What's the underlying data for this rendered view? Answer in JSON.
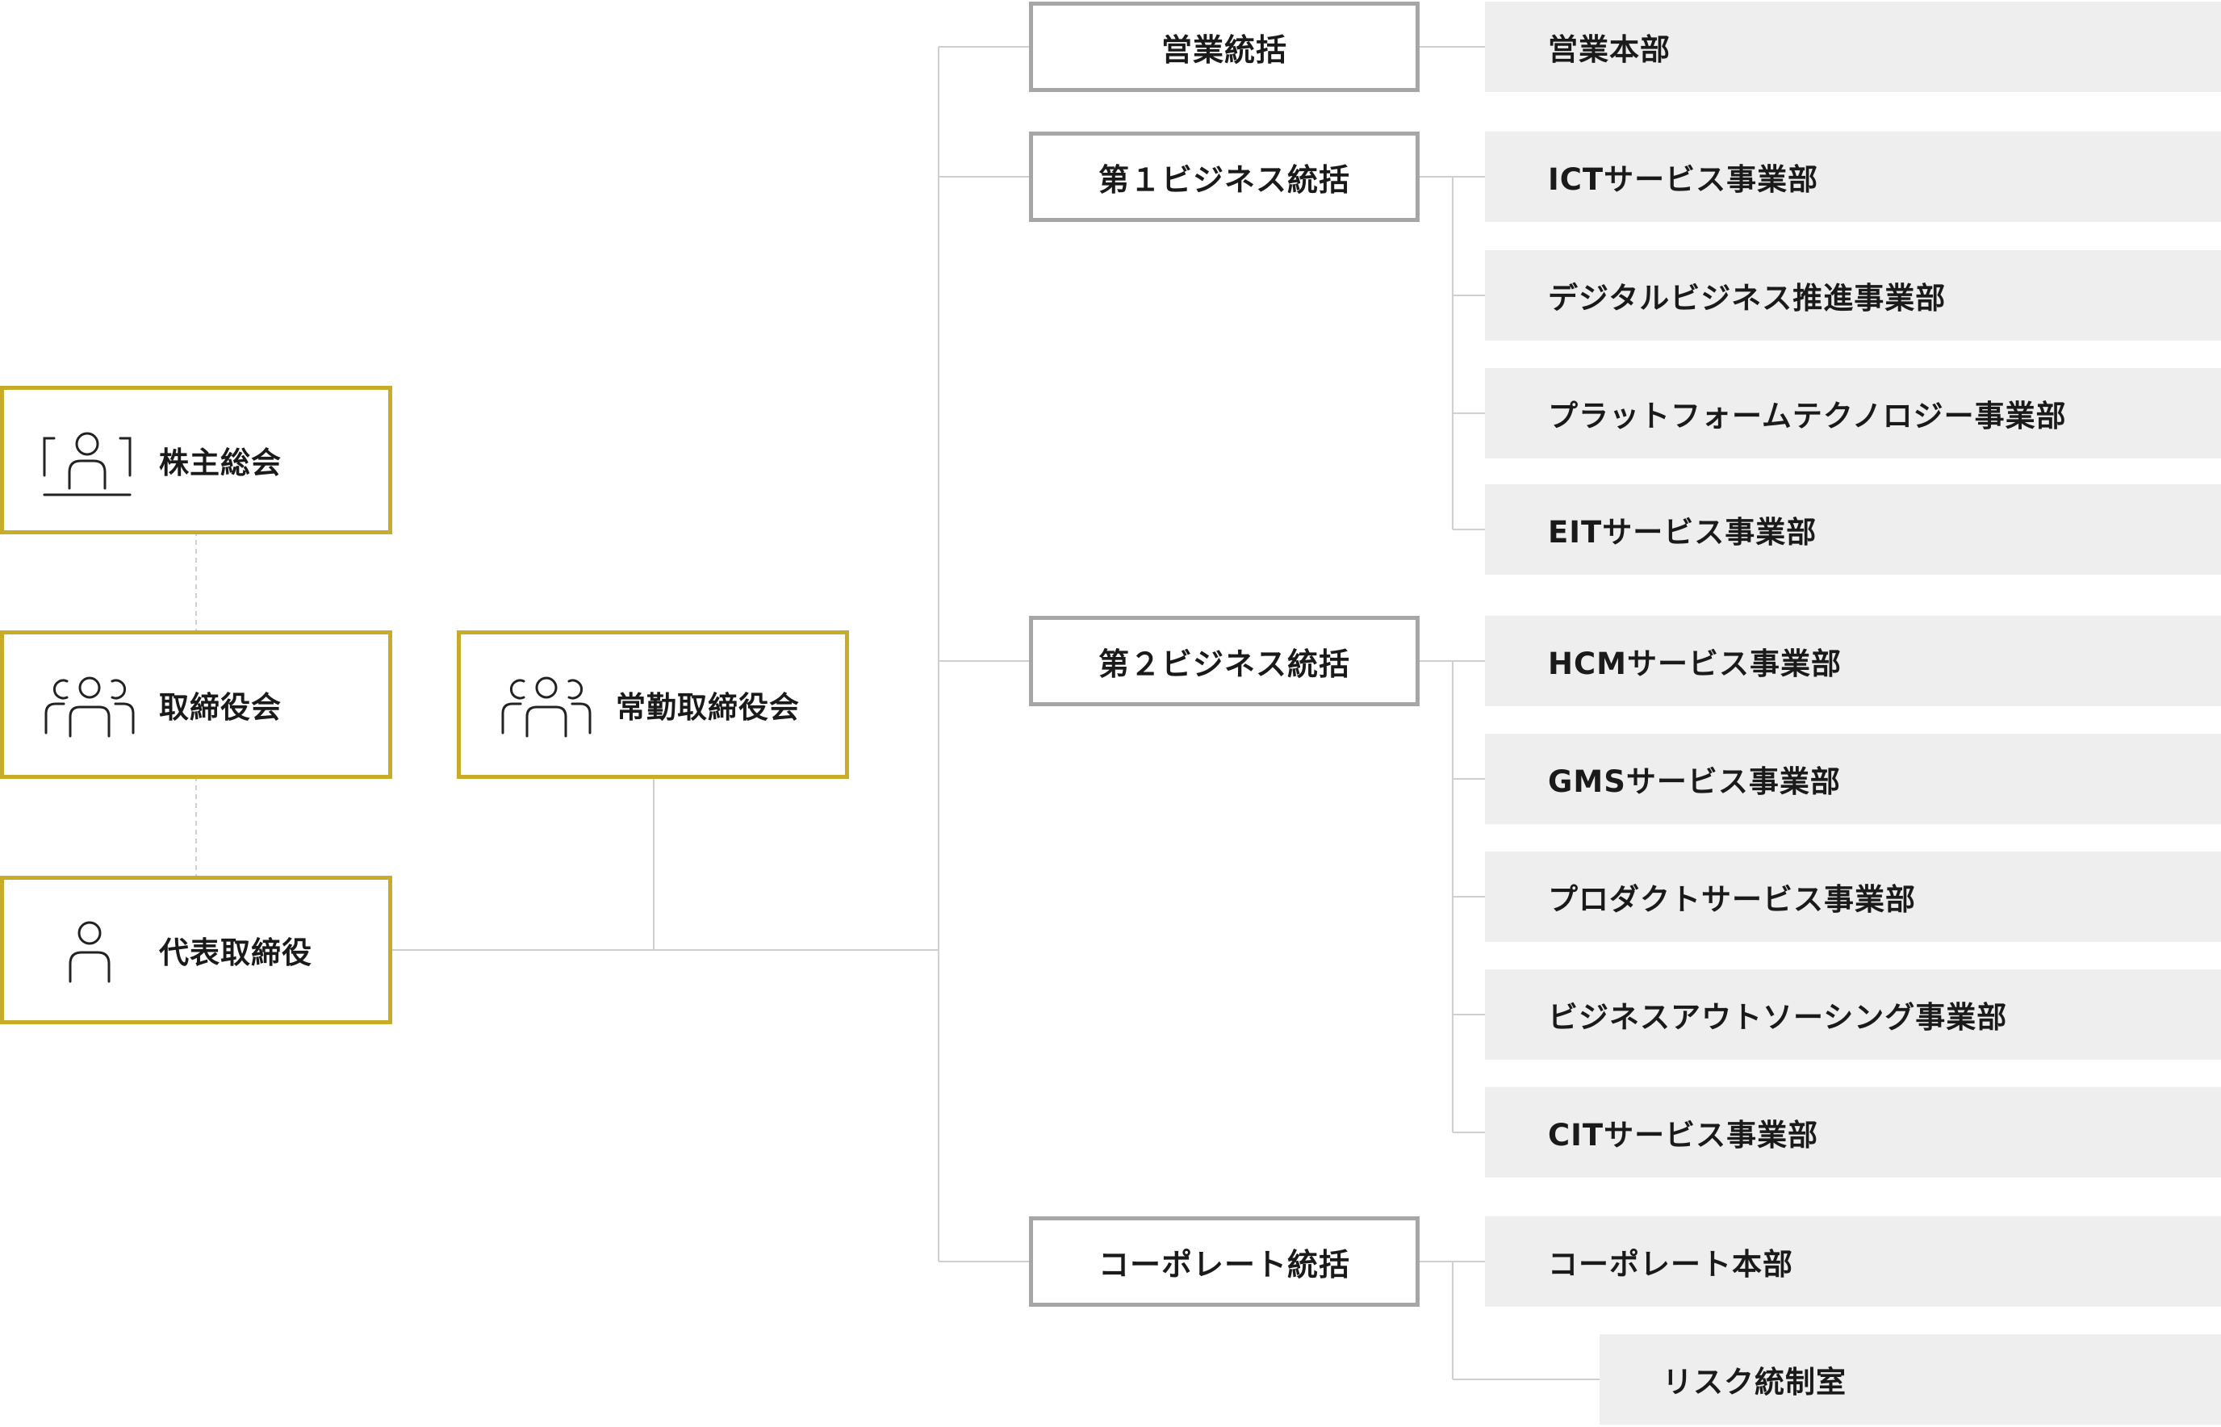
{
  "governance": {
    "shareholders": "株主総会",
    "board": "取締役会",
    "standing_board": "常勤取締役会",
    "representative": "代表取締役"
  },
  "divisions": [
    {
      "title": "営業統括",
      "departments": [
        "営業本部"
      ]
    },
    {
      "title": "第１ビジネス統括",
      "departments": [
        "ICTサービス事業部",
        "デジタルビジネス推進事業部",
        "プラットフォームテクノロジー事業部",
        "EITサービス事業部"
      ]
    },
    {
      "title": "第２ビジネス統括",
      "departments": [
        "HCMサービス事業部",
        "GMSサービス事業部",
        "プロダクトサービス事業部",
        "ビジネスアウトソーシング事業部",
        "CITサービス事業部"
      ]
    },
    {
      "title": "コーポレート統括",
      "departments": [
        "コーポレート本部",
        "リスク統制室"
      ]
    }
  ],
  "colors": {
    "governance_border": "#c9ab2a",
    "division_border": "#a6a6a6",
    "department_fill": "#eeeeee",
    "connector": "#cfcfcf"
  }
}
